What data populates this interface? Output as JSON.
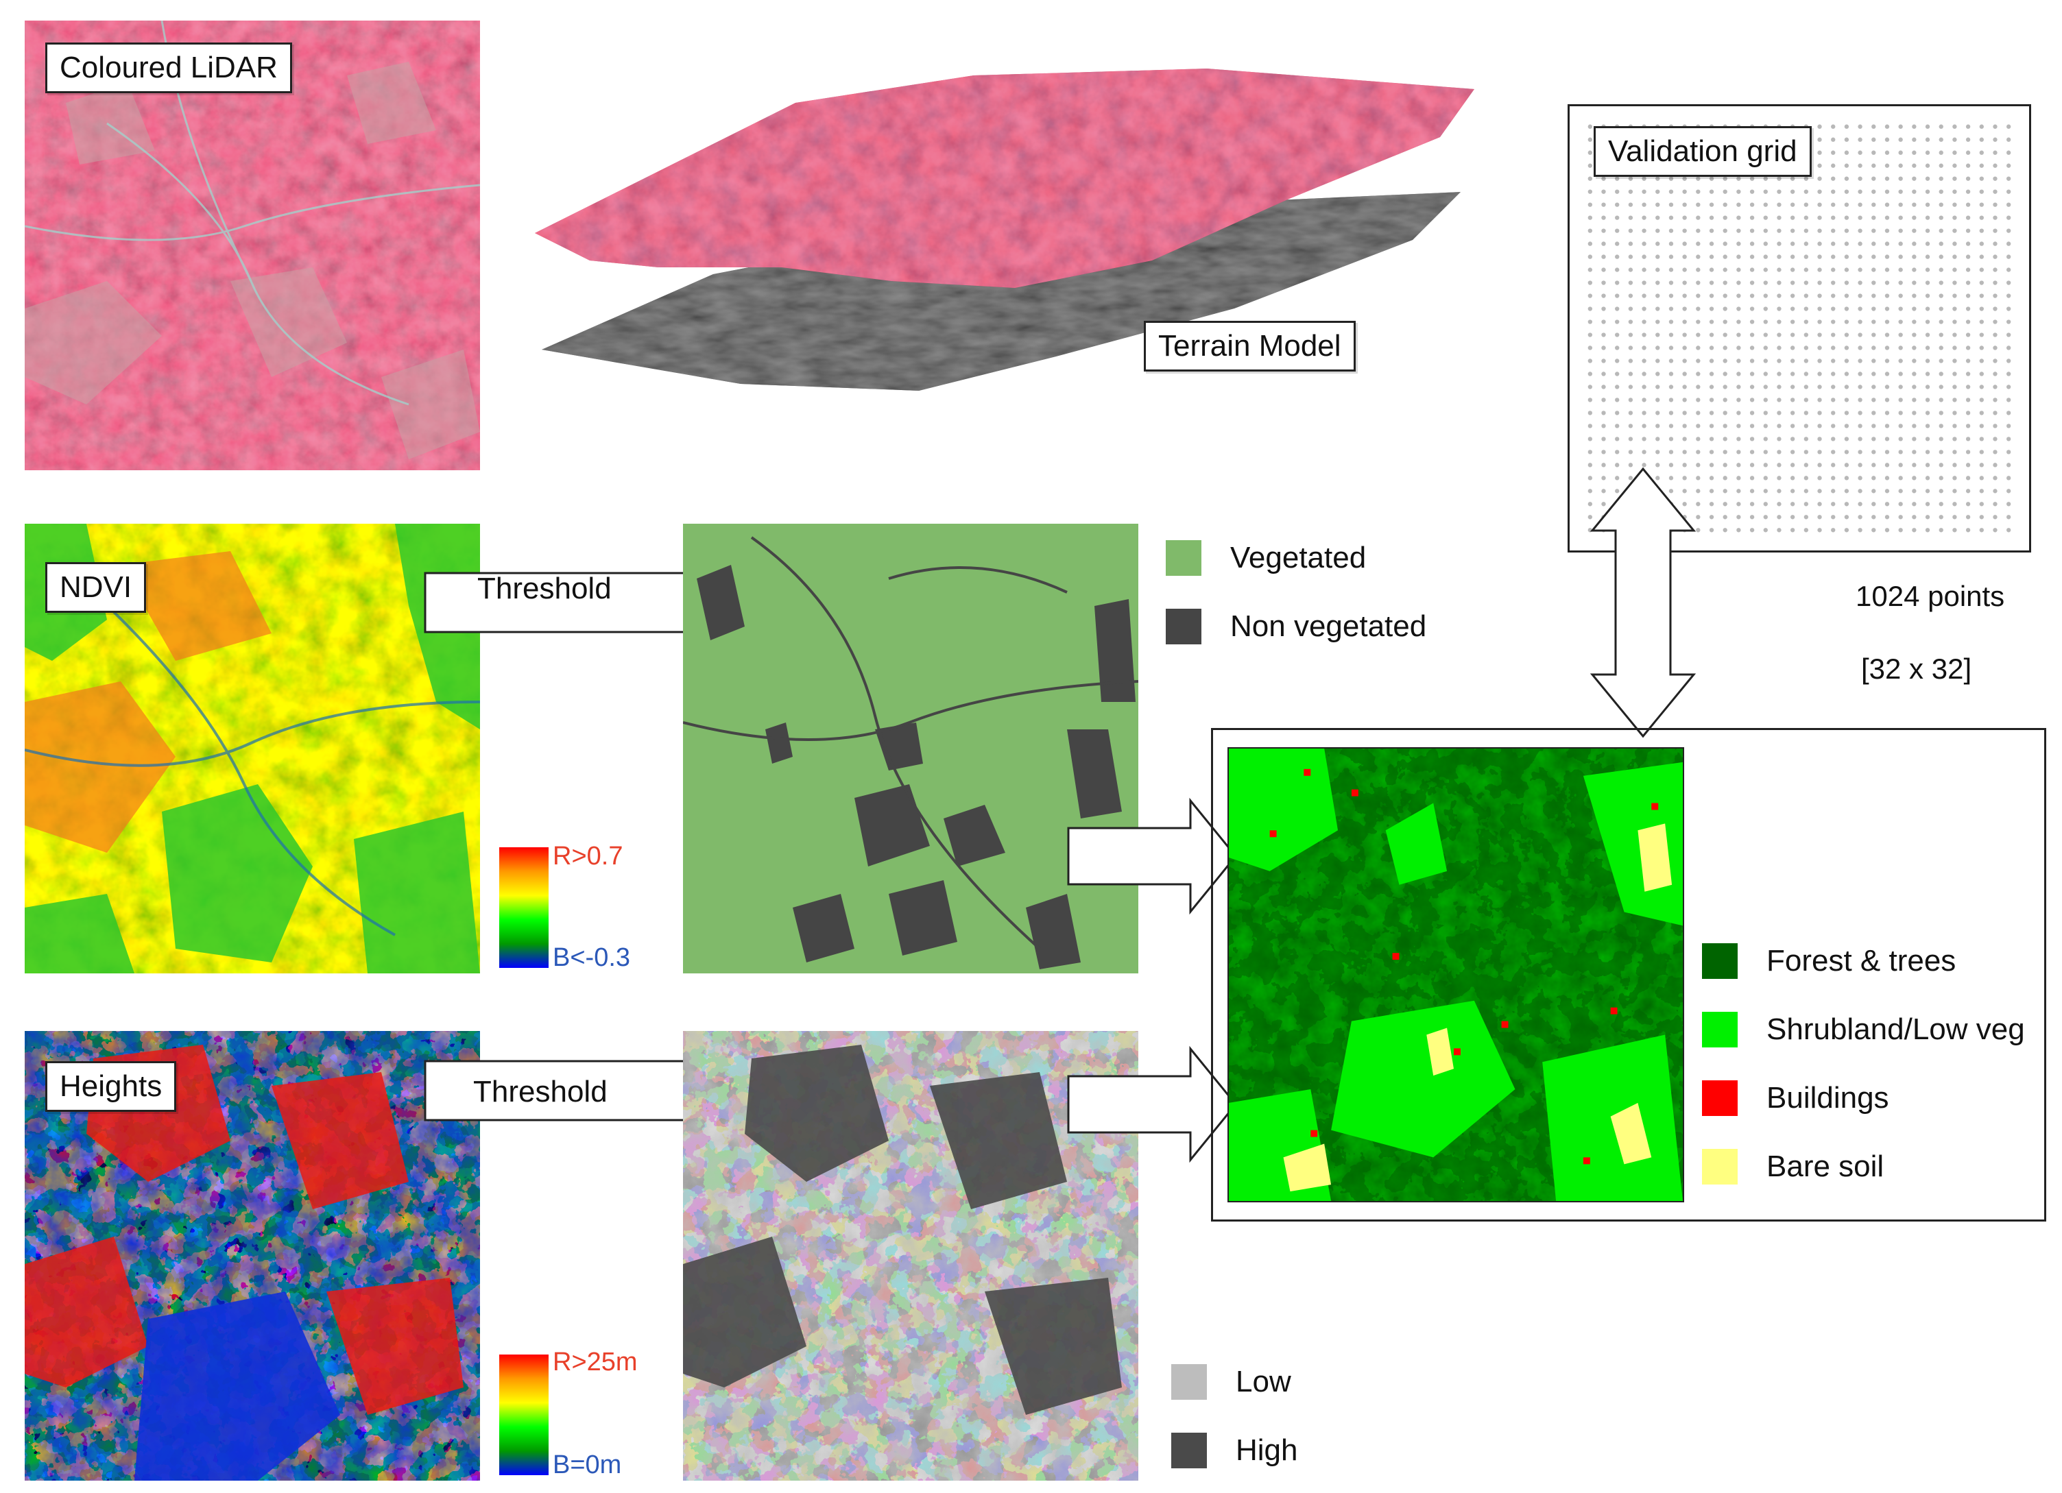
{
  "colors": {
    "lidar_red": "#c8314f",
    "terrain_gray": "#3a3a3a",
    "vegetated": "#80ba6a",
    "non_vegetated": "#454545",
    "low": "#bdbdbd",
    "high": "#4a4a4a",
    "forest": "#006400",
    "shrub": "#00f000",
    "buildings": "#ff0000",
    "bare_soil": "#ffff80",
    "max_label": "#e8402a",
    "min_label": "#2b58b8"
  },
  "lidar": {
    "label": "Coloured LiDAR"
  },
  "terrain": {
    "label": "Terrain Model"
  },
  "validation": {
    "label": "Validation grid",
    "points_label": "1024 points",
    "grid_label": "[32 x 32]",
    "grid_n": 32
  },
  "ndvi": {
    "label": "NDVI",
    "scale_max": "R>0.7",
    "scale_min": "B<-0.3"
  },
  "heights": {
    "label": "Heights",
    "scale_max": "R>25m",
    "scale_min": "B=0m"
  },
  "threshold_top": {
    "label": "Threshold"
  },
  "threshold_bottom": {
    "label": "Threshold"
  },
  "legend_veg": {
    "vegetated": "Vegetated",
    "non_vegetated": "Non vegetated"
  },
  "legend_height": {
    "low": "Low",
    "high": "High"
  },
  "legend_class": {
    "forest": "Forest & trees",
    "shrub": "Shrubland/Low veg",
    "buildings": "Buildings",
    "bare_soil": "Bare soil"
  }
}
